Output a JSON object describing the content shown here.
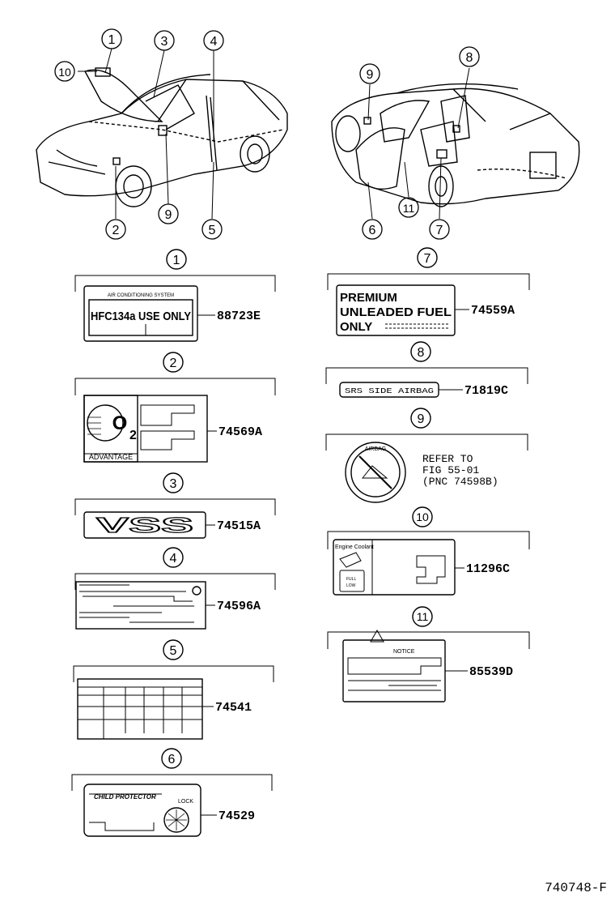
{
  "callouts": {
    "c1": "1",
    "c2": "2",
    "c3": "3",
    "c4": "4",
    "c5": "5",
    "c6": "6",
    "c7": "7",
    "c8": "8",
    "c9": "9",
    "c10": "10",
    "c11": "11"
  },
  "parts": {
    "p1": "88723E",
    "p2": "74569A",
    "p3": "74515A",
    "p4": "74596A",
    "p5": "74541",
    "p6": "74529",
    "p7": "74559A",
    "p8": "71819C",
    "p10": "11296C",
    "p11": "85539D"
  },
  "labels": {
    "ac_system": "AIR CONDITIONING SYSTEM",
    "hfc": "HFC134a USE ONLY",
    "advantage": "ADVANTAGE",
    "o2": "O",
    "o2_sub": "2",
    "vss": "VSS",
    "premium_l1": "PREMIUM",
    "premium_l2": "UNLEADED FUEL",
    "premium_l3": "ONLY",
    "srs": "SRS SIDE AIRBAG",
    "airbag": "AIRBAG",
    "refer_l1": "REFER TO",
    "refer_l2": "FIG 55-01",
    "refer_l3": "(PNC 74598B)",
    "engine_coolant": "Engine Coolant",
    "full": "FULL",
    "low": "LOW",
    "notice": "NOTICE",
    "child_protector": "CHILD PROTECTOR",
    "lock": "LOCK"
  },
  "footer": {
    "code": "740748-F"
  }
}
